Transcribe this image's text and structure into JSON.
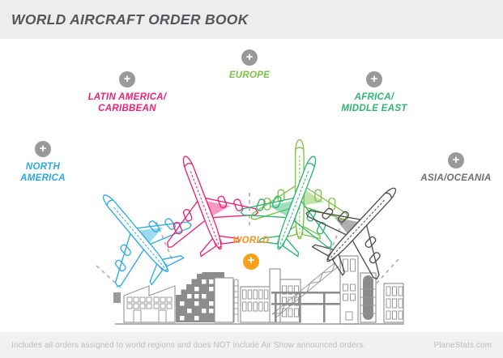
{
  "header": {
    "title": "WORLD AIRCRAFT ORDER BOOK"
  },
  "icons": {
    "expand_plus": "+"
  },
  "regions": [
    {
      "id": "north-america",
      "label_lines": [
        "NORTH",
        "AMERICA"
      ],
      "color": "#29ABE2",
      "plane_color": "#29ABE2",
      "plus_color": "#999999"
    },
    {
      "id": "latin-america-caribbean",
      "label_lines": [
        "LATIN AMERICA/",
        "CARIBBEAN"
      ],
      "color": "#ED2079",
      "plane_color": "#ED2079",
      "plus_color": "#999999"
    },
    {
      "id": "europe",
      "label_lines": [
        "EUROPE"
      ],
      "color": "#7DC242",
      "plane_color": "#7DC242",
      "plus_color": "#999999"
    },
    {
      "id": "africa-middle-east",
      "label_lines": [
        "AFRICA/",
        "MIDDLE EAST"
      ],
      "color": "#2BB673",
      "plane_color": "#2BB673",
      "plus_color": "#999999"
    },
    {
      "id": "asia-oceania",
      "label_lines": [
        "ASIA/OCEANIA"
      ],
      "color": "#6D6E71",
      "plane_color": "#4D4D4D",
      "plus_color": "#999999"
    },
    {
      "id": "world",
      "label_lines": [
        "WORLD"
      ],
      "color": "#F7941D",
      "plus_color": "#F7A11B"
    }
  ],
  "footer": {
    "note": "Includes all orders assigned to world regions and does NOT include Air Show announced orders.",
    "brand": "PlaneStats.com"
  }
}
